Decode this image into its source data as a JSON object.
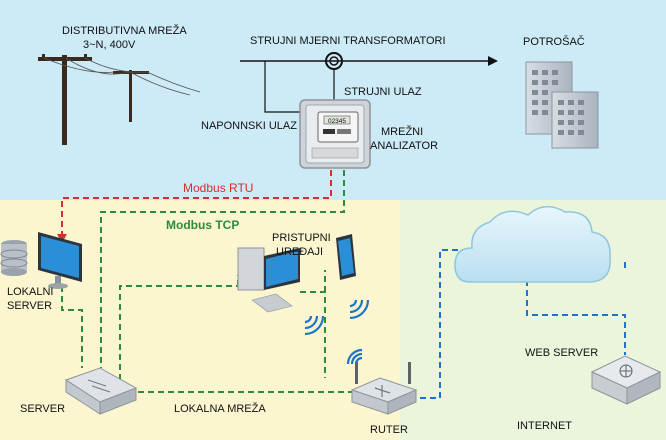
{
  "labels": {
    "distribution_line1": "DISTRIBUTIVNA MREŽA",
    "distribution_line2": "3~N, 400V",
    "current_transformers": "STRUJNI MJERNI TRANSFORMATORI",
    "consumer": "POTROŠAČ",
    "current_input": "STRUJNI ULAZ",
    "voltage_input": "NAPONNSKI ULAZ",
    "analyzer_line1": "MREŽNI",
    "analyzer_line2": "ANALIZATOR",
    "modbus_rtu": "Modbus RTU",
    "modbus_tcp": "Modbus TCP",
    "access_devices_line1": "PRISTUPNI",
    "access_devices_line2": "UREĐAJI",
    "local_server_line1": "LOKALNI",
    "local_server_line2": "SERVER",
    "server": "SERVER",
    "local_network": "LOKALNA MREŽA",
    "router": "RUTER",
    "web_server": "WEB SERVER",
    "internet": "INTERNET"
  },
  "meter_display": "02345",
  "colors": {
    "top_background": "#cdeaf7",
    "bottom_background": "#fbf6cf",
    "right_background": "#eaf5dc",
    "rtu_line": "#d32f2f",
    "tcp_line": "#2e8b3a",
    "internet_line": "#1e74c8"
  }
}
